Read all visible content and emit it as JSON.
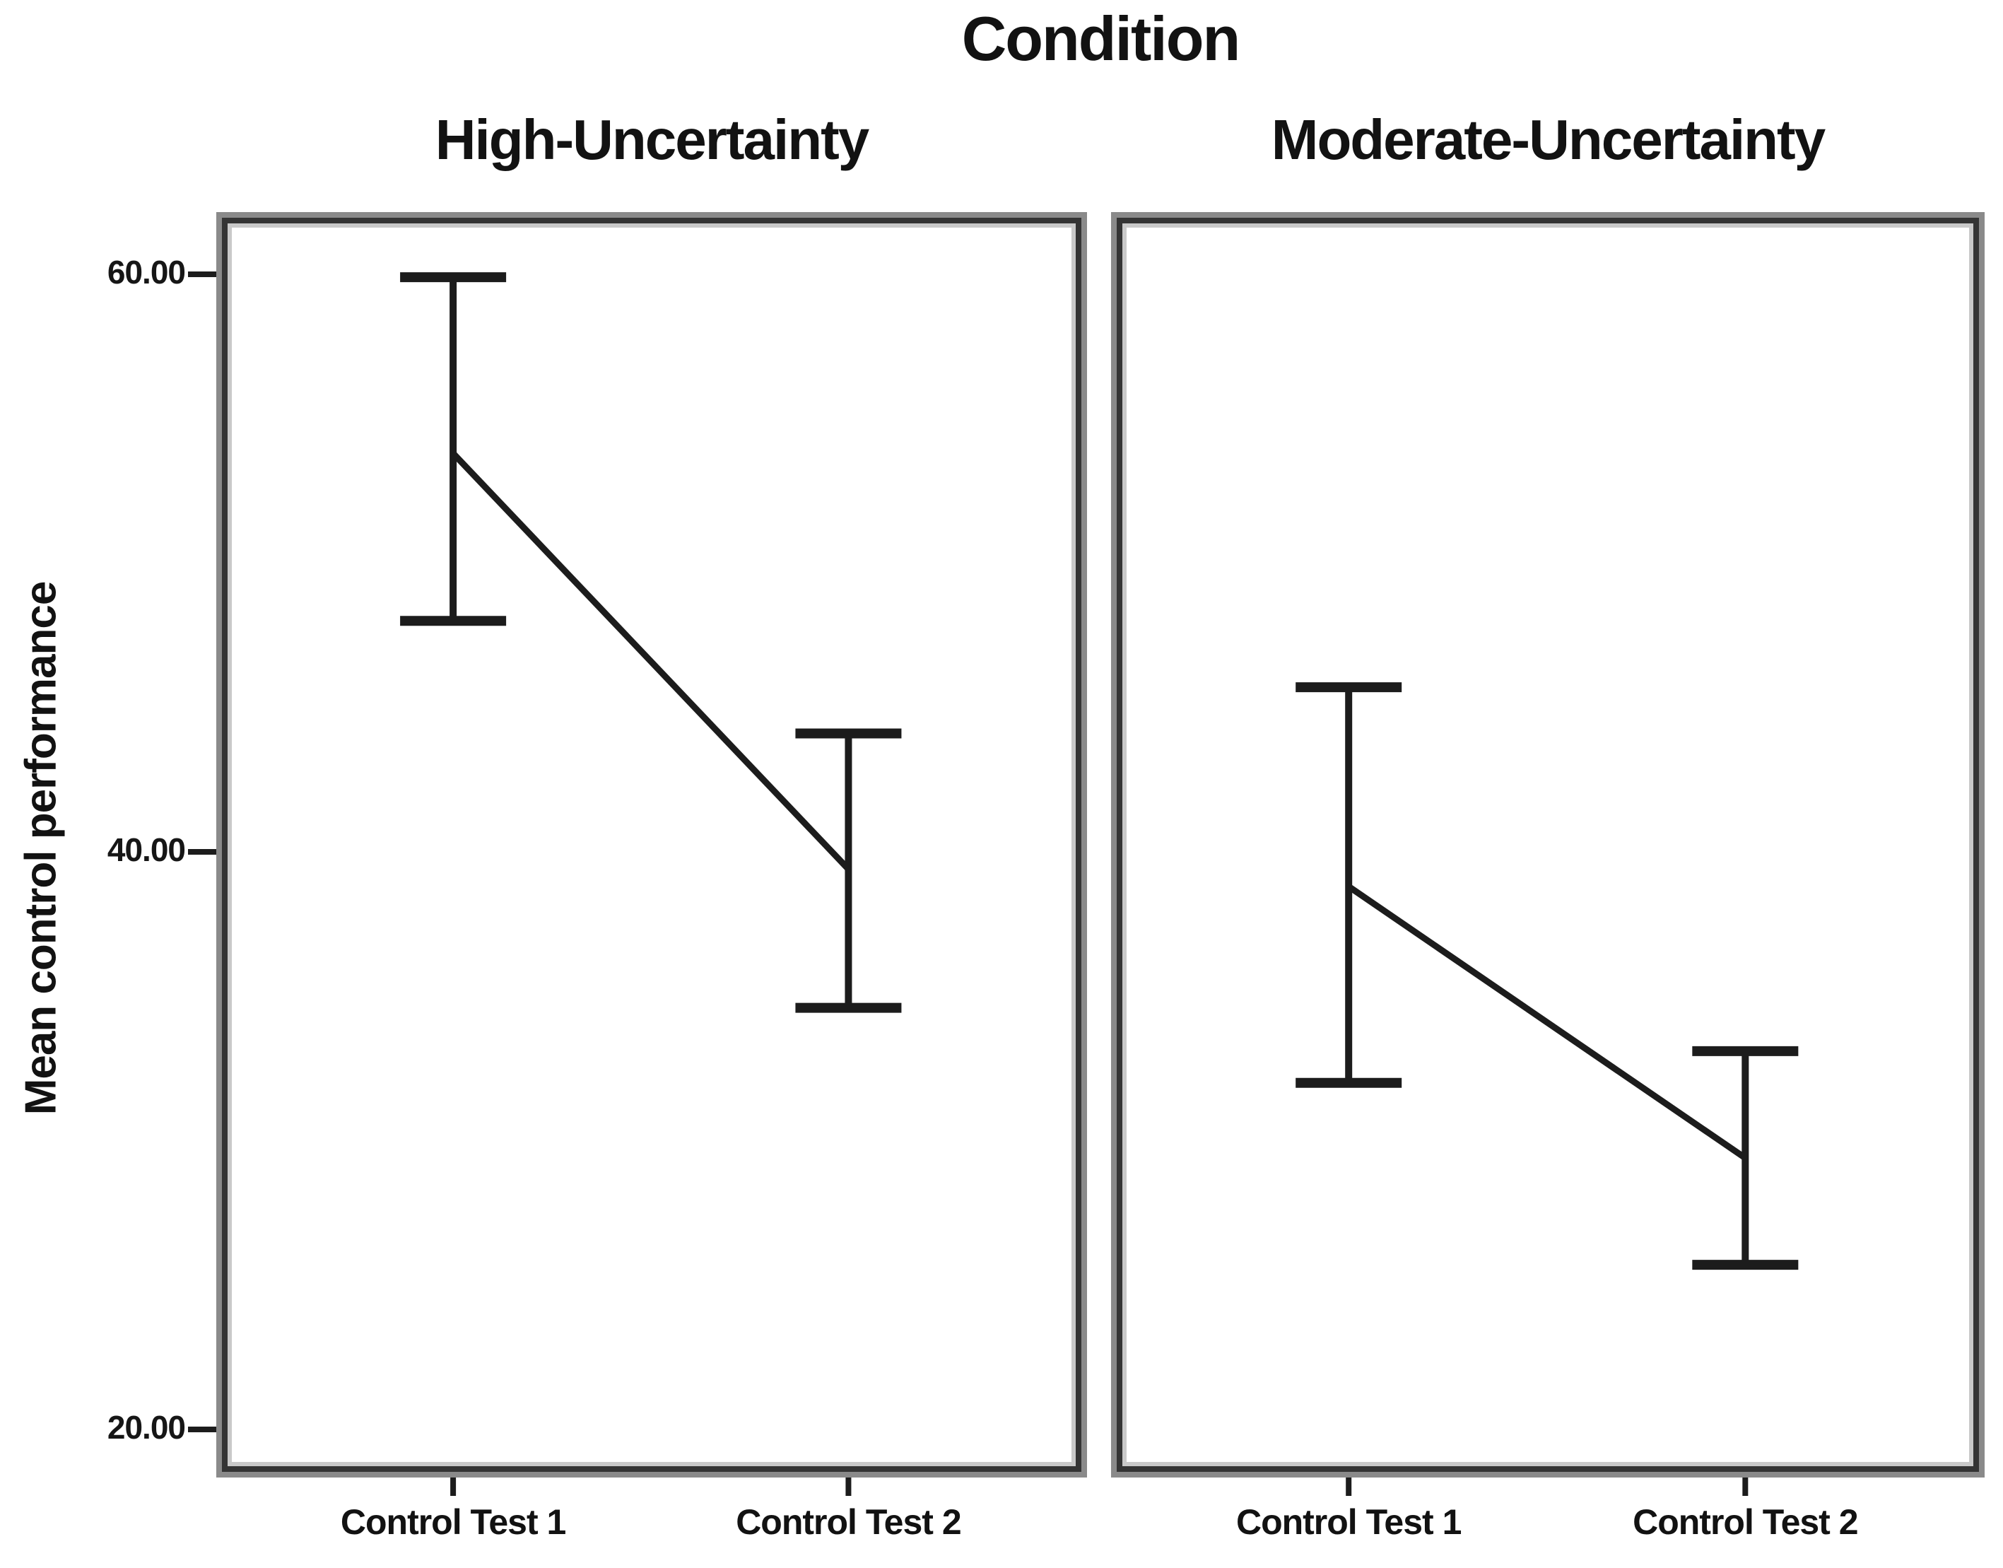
{
  "title": "Condition",
  "y_axis": {
    "label": "Mean control performance",
    "ticks": [
      {
        "label": "60.00",
        "value": 60
      },
      {
        "label": "40.00",
        "value": 40
      },
      {
        "label": "20.00",
        "value": 20
      }
    ]
  },
  "x_axis": {
    "categories": [
      "Control Test 1",
      "Control Test 2"
    ]
  },
  "chart_data": {
    "type": "line",
    "title": "Condition",
    "ylabel": "Mean control performance",
    "ylim": [
      18.3,
      62.2
    ],
    "yticks": [
      20,
      40,
      60
    ],
    "categories": [
      "Control Test 1",
      "Control Test 2"
    ],
    "panels": [
      {
        "label": "High-Uncertainty",
        "means": [
          53.8,
          39.4
        ],
        "ci_low": [
          48.0,
          34.6
        ],
        "ci_high": [
          59.9,
          44.1
        ]
      },
      {
        "label": "Moderate-Uncertainty",
        "means": [
          38.8,
          29.4
        ],
        "ci_low": [
          32.0,
          25.7
        ],
        "ci_high": [
          45.7,
          33.1
        ]
      }
    ],
    "marker": "error-bar",
    "legend": "none",
    "grid": "off",
    "colors": {
      "ink": "#1c1c1c"
    }
  }
}
